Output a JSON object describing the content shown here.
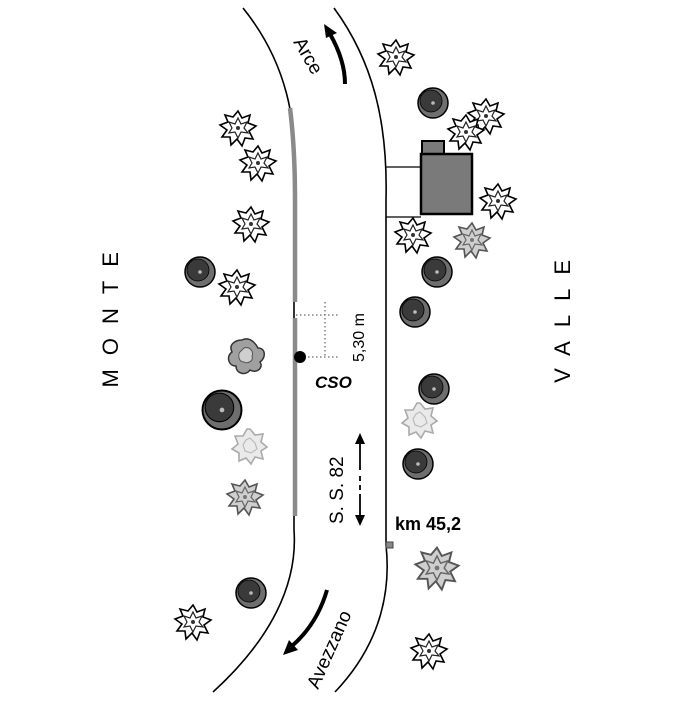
{
  "labels": {
    "monte": "MONTE",
    "valle": "VALLE",
    "arce": "Arce",
    "avezzano": "Avezzano",
    "distance": "5,30 m",
    "cso": "CSO",
    "road": "S. S. 82",
    "km": "km 45,2"
  },
  "colors": {
    "road_edge": "#000000",
    "guardrail": "#808080",
    "building": "#7a7a7a",
    "tree_dark": "#3c3c3c",
    "tree_mid": "#8a8a8a",
    "tree_light": "#bdbdbd"
  },
  "icons": {
    "cso_marker": "filled-circle",
    "km_marker": "small-square",
    "arrow": "curved-arrow"
  }
}
